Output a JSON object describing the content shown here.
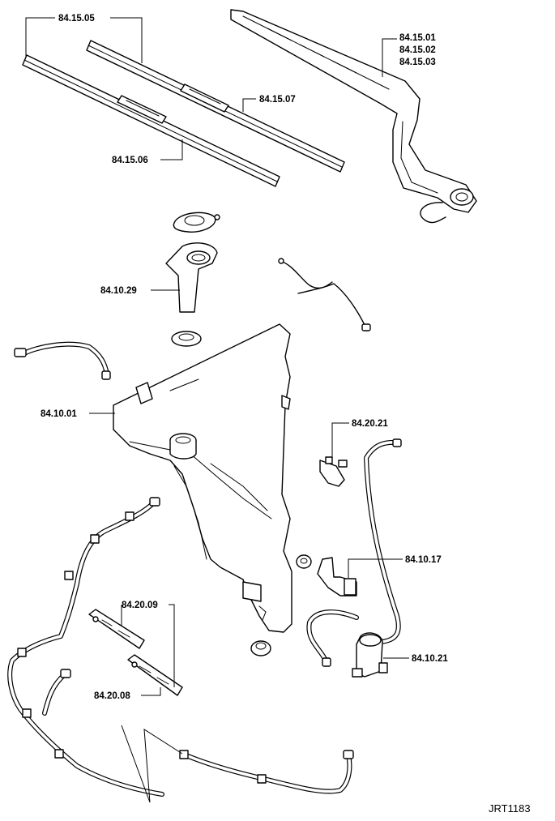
{
  "labels": {
    "blade_front": "84.15.05",
    "arm_1": "84.15.01",
    "arm_2": "84.15.02",
    "arm_3": "84.15.03",
    "blade_insert_a": "84.15.07",
    "blade_insert_b": "84.15.06",
    "filler_neck": "84.10.29",
    "reservoir": "84.10.01",
    "check_valve": "84.20.21",
    "level_sensor": "84.10.17",
    "jet_left": "84.20.09",
    "jet_right": "84.20.08",
    "pump": "84.10.21"
  },
  "reference": "JRT1183"
}
